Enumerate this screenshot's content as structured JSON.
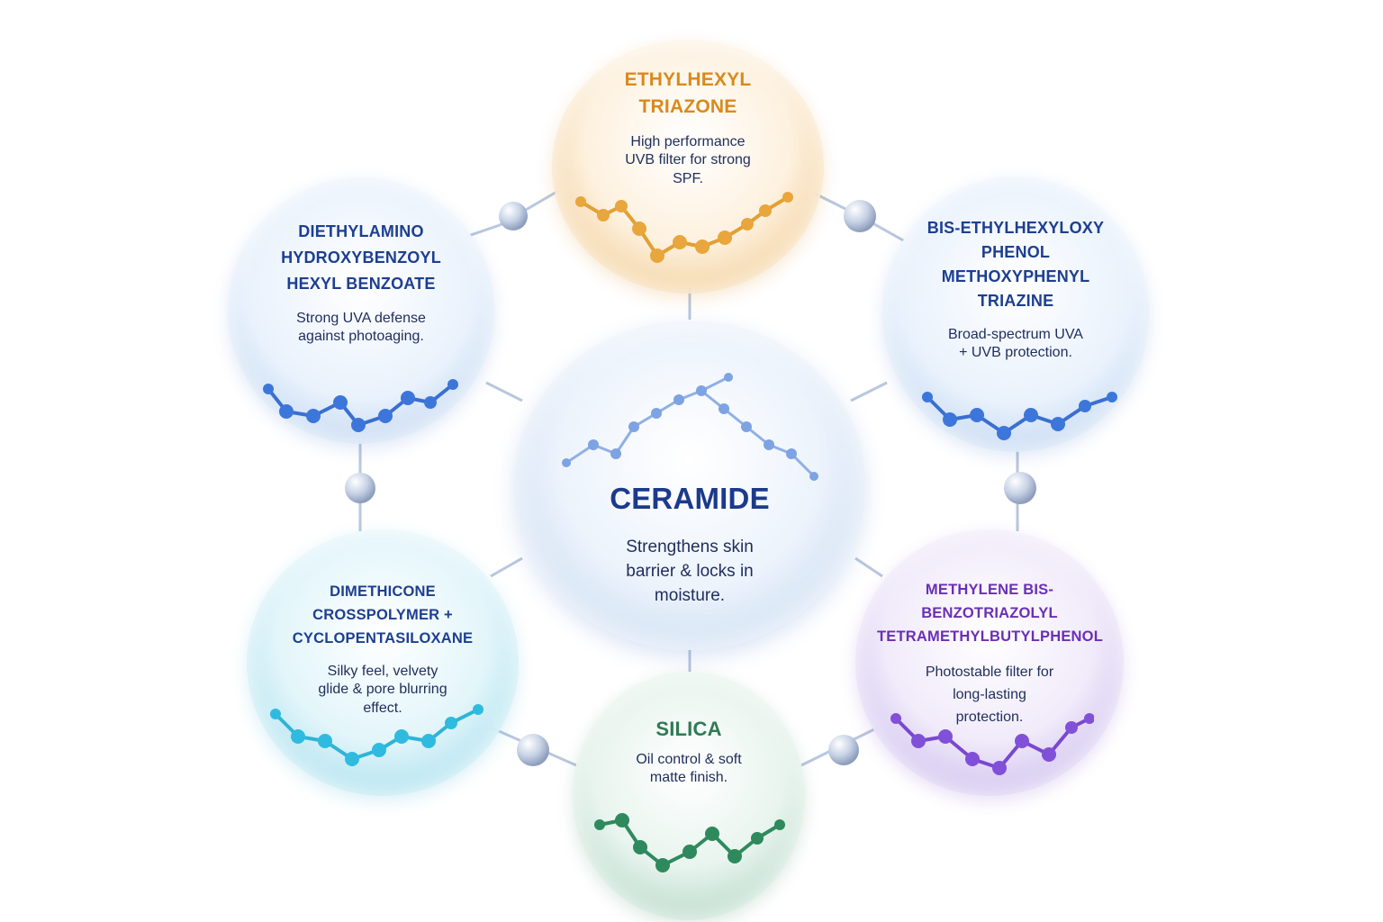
{
  "colors": {
    "center": "#1b3a8c",
    "blue": "#1d3f91",
    "orange": "#d98a1c",
    "teal_title": "#1d3f91",
    "purple": "#6a2fb5",
    "green": "#2f7a54",
    "desc": "#1f2d5c"
  },
  "center": {
    "title": "CERAMIDE",
    "desc": "Strengthens skin barrier & locks in moisture.",
    "color": "#1b3a8c"
  },
  "top": {
    "title": "ETHYLHEXYL TRIAZONE",
    "desc": "High performance UVB filter for strong SPF.",
    "color": "#d98a1c"
  },
  "top_left": {
    "title": "DIETHYLAMINO HYDROXYBENZOYL HEXYL BENZOATE",
    "desc": "Strong UVA defense against photoaging.",
    "color": "#1d3f91"
  },
  "top_right": {
    "title": "BIS-ETHYLHEXYLOXY PHENOL METHOXYPHENYL TRIAZINE",
    "desc": "Broad-spectrum UVA + UVB protection.",
    "color": "#1d3f91"
  },
  "bottom_left": {
    "title": "DIMETHICONE CROSSPOLYMER + CYCLOPENTASILOXANE",
    "desc": "Silky feel, velvety glide & pore blurring effect.",
    "color": "#1d3f91"
  },
  "bottom_right": {
    "title": "METHYLENE BIS-BENZOTRIAZOLYL TETRAMETHYLBUTYLPHENOL",
    "desc": "Photostable filter for long-lasting protection.",
    "color": "#6a2fb5"
  },
  "bottom": {
    "title": "SILICA",
    "desc": "Oil control & soft matte finish.",
    "color": "#2f7a54"
  }
}
